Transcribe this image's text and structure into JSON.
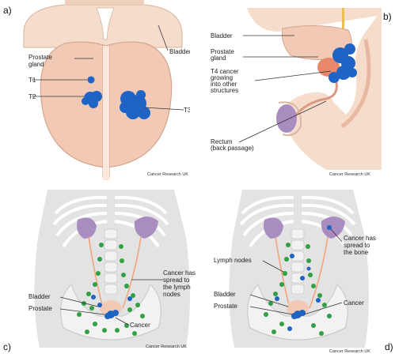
{
  "panels": {
    "a": {
      "letter": "a)",
      "labels": {
        "bladder": "Bladder",
        "prostate_l1": "Prostate",
        "prostate_l2": "gland",
        "t1": "T1",
        "t2": "T2",
        "t3": "T3"
      },
      "credit": "Cancer Research UK"
    },
    "b": {
      "letter": "b)",
      "labels": {
        "bladder": "Bladder",
        "prostate_l1": "Prostate",
        "prostate_l2": "gland",
        "t4_l1": "T4 cancer",
        "t4_l2": "growing",
        "t4_l3": "into other",
        "t4_l4": "structures",
        "rectum_l1": "Rectum",
        "rectum_l2": "(back passage)"
      },
      "credit": "Cancer Research UK"
    },
    "c": {
      "letter": "c)",
      "labels": {
        "spread_l1": "Cancer has",
        "spread_l2": "spread to",
        "spread_l3": "the lymph",
        "spread_l4": "nodes",
        "bladder": "Bladder",
        "prostate": "Prostate",
        "cancer": "Cancer"
      },
      "credit": "Cancer Research UK"
    },
    "d": {
      "letter": "d)",
      "labels": {
        "lymph_nodes": "Lymph nodes",
        "spread_l1": "Cancer has",
        "spread_l2": "spread to",
        "spread_l3": "the bone",
        "bladder": "Bladder",
        "prostate": "Prostate",
        "cancer": "Cancer"
      },
      "credit": "Cancer Research UK"
    }
  },
  "colors": {
    "skin": "#f6dccb",
    "prostate": "#f2c9b5",
    "cancer": "#1f63c4",
    "bone": "#d9d9d9",
    "organ_purple": "#a98cc0",
    "lymph_green": "#2fa043",
    "bladder_orange": "#f0a27a"
  }
}
